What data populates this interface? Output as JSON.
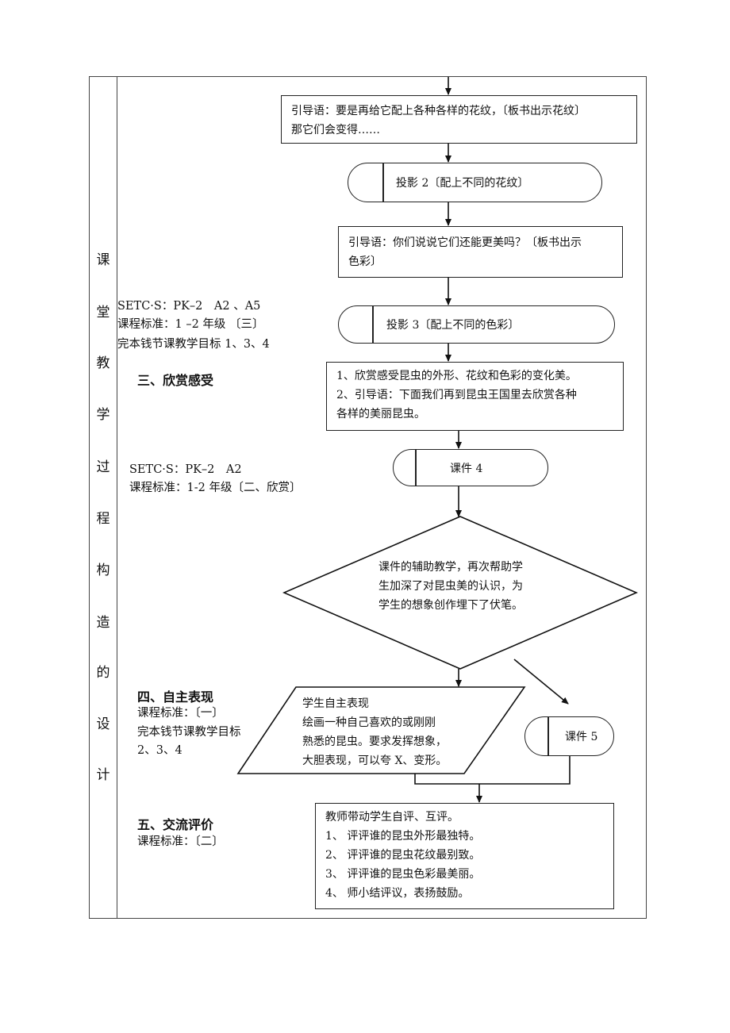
{
  "vertical_label": [
    "课",
    "堂",
    "教",
    "学",
    "过",
    "程",
    "构",
    "造",
    "的",
    "设",
    "计"
  ],
  "side_notes": {
    "setc1": "SETC·S：PK–2　A2 、A5",
    "std1": "课程标准：1 –2 年级 〔三〕",
    "goal1": "完本钱节课教学目标 1、3、4",
    "section3": "三、欣赏感受",
    "setc2": "SETC·S：PK–2　A2",
    "std2": "课程标准：1-2 年级〔二、欣赏〕",
    "section4": "四、自主表现",
    "std3": "课程标准：〔一〕",
    "goal2a": "完本钱节课教学目标",
    "goal2b": "2、3、4",
    "section5": "五、交流评价",
    "std4": "课程标准：〔二〕"
  },
  "flow": {
    "box1": [
      "引导语：要是再给它配上各种各样的花纹，〔板书出示花纹〕",
      "那它们会变得……"
    ],
    "proj2": "投影 2〔配上不同的花纹〕",
    "box2": [
      "引导语：你们说说它们还能更美吗？〔板书出示",
      "色彩〕"
    ],
    "proj3": "投影 3〔配上不同的色彩〕",
    "box3": [
      "1、欣赏感受昆虫的外形、花纹和色彩的变化美。",
      "2、引导语：下面我们再到昆虫王国里去欣赏各种",
      "各样的美丽昆虫。"
    ],
    "kejian4": "课件 4",
    "diamond": [
      "课件的辅助教学，再次帮助学",
      "生加深了对昆虫美的认识，为",
      "学生的想象创作埋下了伏笔。"
    ],
    "para": [
      "学生自主表现",
      "绘画一种自己喜欢的或刚刚",
      "熟悉的昆虫。要求发挥想象，",
      "大胆表现，可以夸 X、变形。"
    ],
    "kejian5": "课件 5",
    "box4": [
      "教师带动学生自评、互评。",
      "1、 评评谁的昆虫外形最独特。",
      "2、 评评谁的昆虫花纹最别致。",
      "3、 评评谁的昆虫色彩最美丽。",
      "4、 师小结评议，表扬鼓励。"
    ]
  }
}
